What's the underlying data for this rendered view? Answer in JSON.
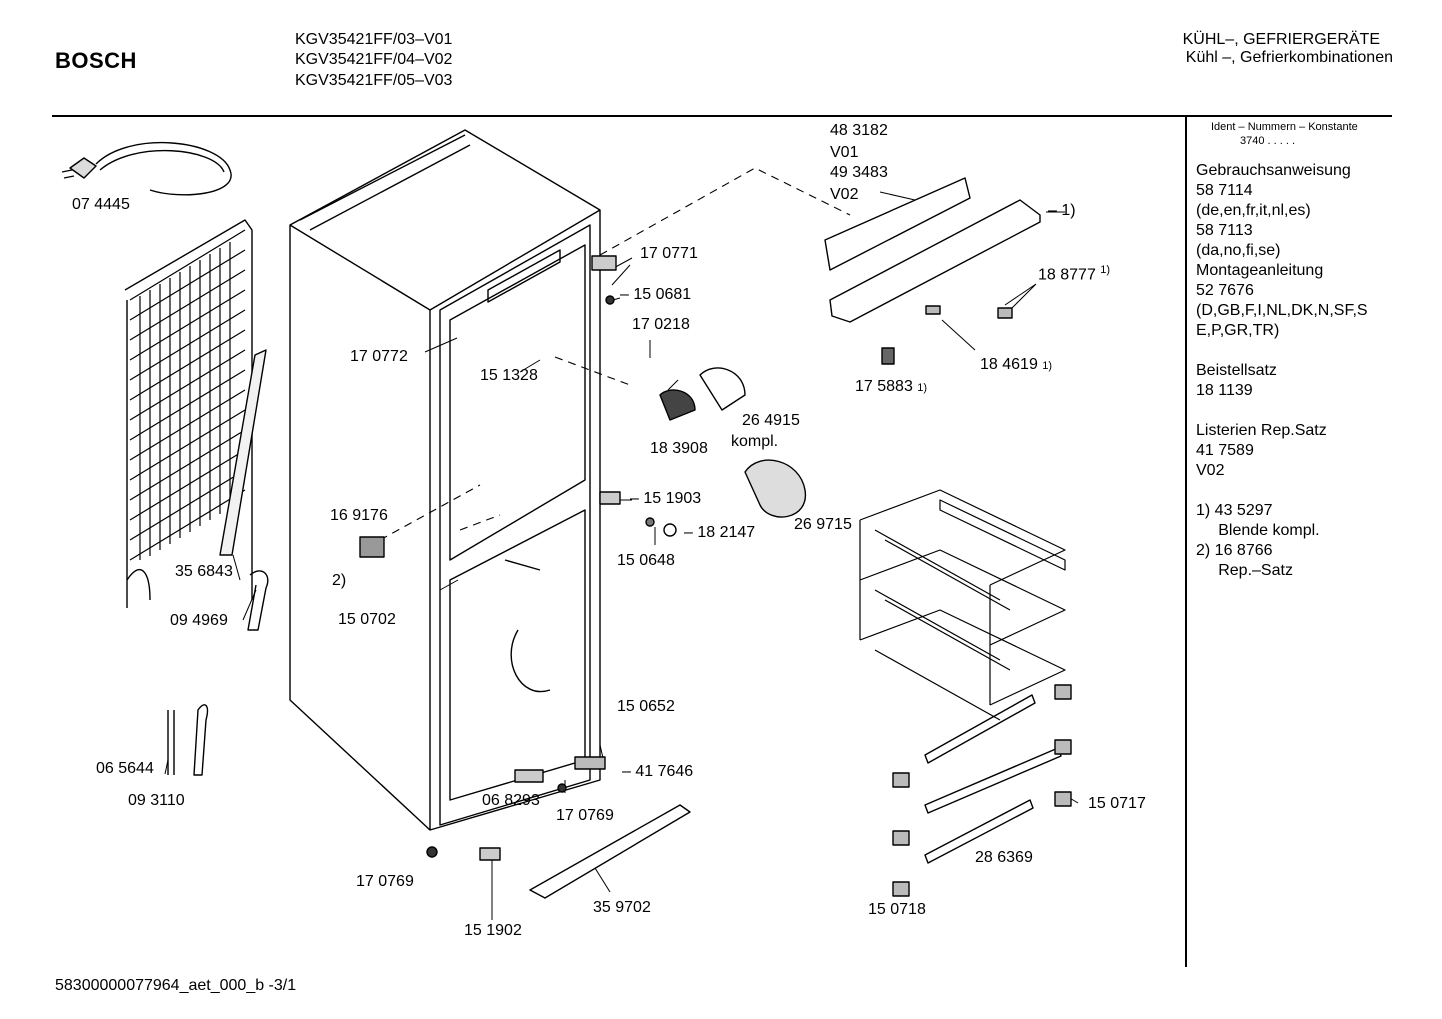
{
  "header": {
    "brand": "BOSCH",
    "models": [
      "KGV35421FF/03–V01",
      "KGV35421FF/04–V02",
      "KGV35421FF/05–V03"
    ],
    "category_line1": "KÜHL–, GEFRIERGERÄTE",
    "category_line2": "Kühl –, Gefrierkombinationen"
  },
  "sidebar": {
    "ident_label": "Ident – Nummern – Konstante",
    "ident_value": "3740  .  .  .  .  .",
    "lines": [
      "Gebrauchsanweisung",
      "58 7114",
      "(de,en,fr,it,nl,es)",
      "58 7113",
      "(da,no,fi,se)",
      "Montageanleitung",
      "52 7676",
      "(D,GB,F,I,NL,DK,N,SF,S",
      "E,P,GR,TR)",
      "",
      "Beistellsatz",
      "18 1139",
      "",
      "Listerien Rep.Satz",
      "41 7589",
      "V02",
      "",
      "1) 43 5297",
      "     Blende kompl.",
      "2) 16 8766",
      "     Rep.–Satz"
    ]
  },
  "parts": {
    "p074445": "07 4445",
    "p483182": "48 3182",
    "pV01": "V01",
    "p493483": "49 3483",
    "pV02": "V02",
    "pBlende": "– 1)",
    "p188777": "18 8777",
    "p188777_note": "1)",
    "p170771": "17 0771",
    "p150681": "– 15 0681",
    "p170218": "17 0218",
    "p170772": "17 0772",
    "p151328": "15 1328",
    "p184619": "18 4619",
    "p184619_note": "1)",
    "p175883": "17 5883",
    "p175883_note": "1)",
    "p264915": "26 4915",
    "p264915b": "kompl.",
    "p183908": "18 3908",
    "p151903": "– 15 1903",
    "p169176": "16 9176",
    "p269715": "26 9715",
    "p182147": "– 18 2147",
    "p150648": "15 0648",
    "p2": "2)",
    "p356843": "35 6843",
    "p094969": "09 4969",
    "p150702": "15 0702",
    "p150652": "15 0652",
    "p417646": "– 41 7646",
    "p065644": "06 5644",
    "p093110": "09 3110",
    "p068293": "06 8293",
    "p170769a": "17 0769",
    "p170769b": "17 0769",
    "p150717": "15 0717",
    "p286369": "28 6369",
    "p359702": "35 9702",
    "p151902": "15 1902",
    "p150718": "15 0718"
  },
  "footer": {
    "doc_id": "58300000077964_aet_000_b   -3/1"
  }
}
